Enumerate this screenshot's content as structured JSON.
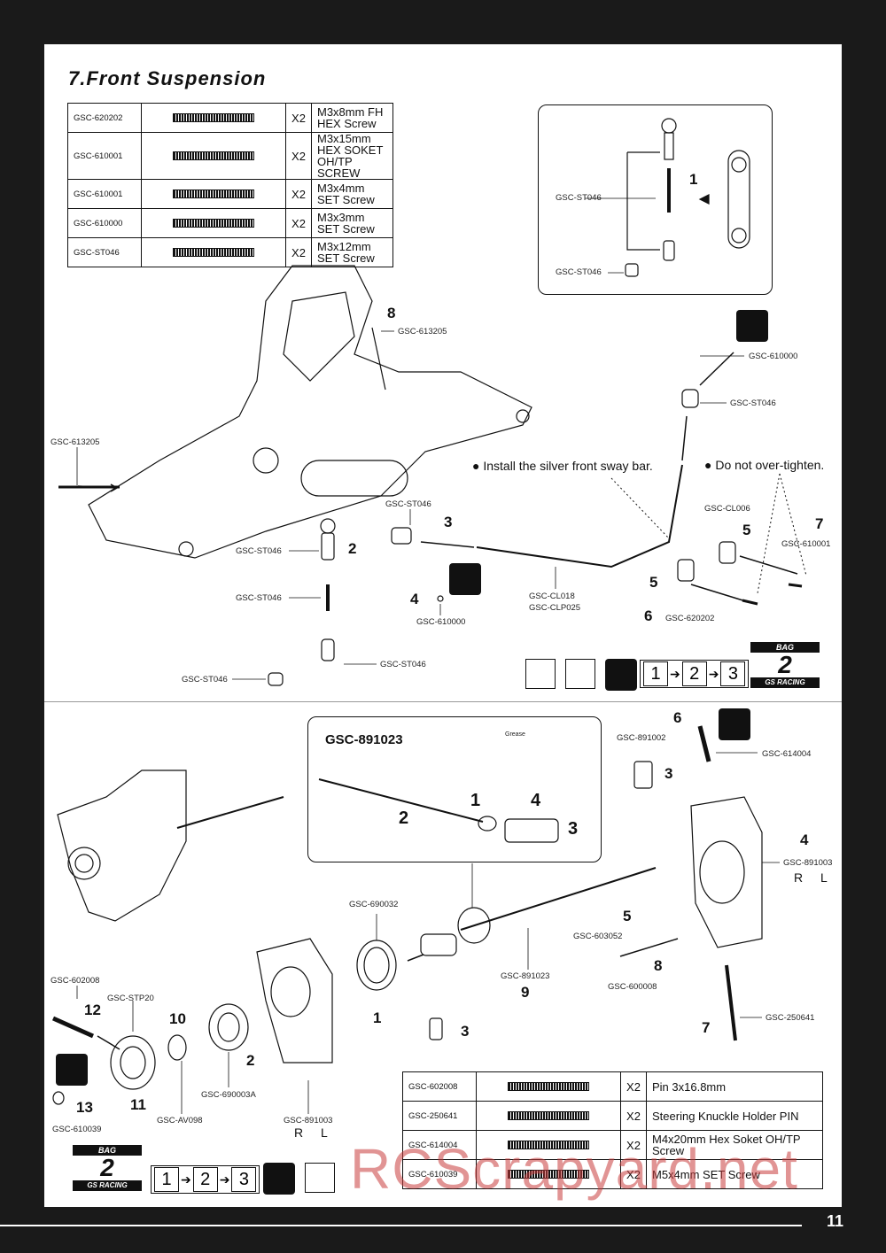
{
  "title": "7.Front Suspension",
  "top_parts": [
    {
      "code": "GSC-620202",
      "qty": "X2",
      "desc": "M3x8mm FH HEX Screw",
      "icon": "fh-screw"
    },
    {
      "code": "GSC-610001",
      "qty": "X2",
      "desc": "M3x15mm HEX SOKET OH/TP SCREW",
      "icon": "long-screw"
    },
    {
      "code": "GSC-610001",
      "qty": "X2",
      "desc": "M3x4mm SET Screw",
      "icon": "set-screw"
    },
    {
      "code": "GSC-610000",
      "qty": "X2",
      "desc": "M3x3mm SET Screw",
      "icon": "set-screw"
    },
    {
      "code": "GSC-ST046",
      "qty": "X2",
      "desc": "M3x12mm SET Screw",
      "icon": "set-screw-long"
    }
  ],
  "bottom_parts": [
    {
      "code": "GSC-602008",
      "qty": "X2",
      "desc": "Pin 3x16.8mm",
      "icon": "pin"
    },
    {
      "code": "GSC-250641",
      "qty": "X2",
      "desc": "Steering Knuckle Holder PIN",
      "icon": "knuckle-pin"
    },
    {
      "code": "GSC-614004",
      "qty": "X2",
      "desc": "M4x20mm Hex Soket OH/TP Screw",
      "icon": "long-screw"
    },
    {
      "code": "GSC-610039",
      "qty": "X2",
      "desc": "M5x4mm SET Screw",
      "icon": "set-screw"
    }
  ],
  "labels": {
    "inset_st046_a": "GSC-ST046",
    "inset_st046_b": "GSC-ST046",
    "inset_step": "1",
    "l_613205_a": "GSC-613205",
    "l_613205_b": "GSC-613205",
    "n8": "8",
    "l_610000_a": "GSC-610000",
    "l_st046_r": "GSC-ST046",
    "note_swaybar": "● Install the silver front sway bar.",
    "note_tighten": "● Do not  over-tighten.",
    "l_cl006": "GSC-CL006",
    "n5a": "5",
    "n7a": "7",
    "l_610001": "GSC-610001",
    "n5b": "5",
    "n6a": "6",
    "l_620202": "GSC-620202",
    "l_st046_top": "GSC-ST046",
    "n3a": "3",
    "l_st046_l1": "GSC-ST046",
    "n2a": "2",
    "l_st046_l2": "GSC-ST046",
    "n4a": "4",
    "l_610000_b": "GSC-610000",
    "l_cl018": "GSC-CL018",
    "l_clp025": "GSC-CLP025",
    "l_st046_l3": "GSC-ST046",
    "l_st046_l4": "GSC-ST046",
    "inset2_title": "GSC-891023",
    "grease": "Grease",
    "i2_n1": "1",
    "i2_n2": "2",
    "i2_n3": "3",
    "i2_n4": "4",
    "l_891002": "GSC-891002",
    "n3b": "3",
    "n6b": "6",
    "l_614004": "GSC-614004",
    "n4b": "4",
    "l_891003_r": "GSC-891003",
    "rl_r": "R L",
    "l_690032": "GSC-690032",
    "n5c": "5",
    "l_603052": "GSC-603052",
    "n8b": "8",
    "l_600008": "GSC-600008",
    "l_891023": "GSC-891023",
    "n9": "9",
    "l_250641": "GSC-250641",
    "n7b": "7",
    "l_602008": "GSC-602008",
    "n12": "12",
    "l_stp20": "GSC-STP20",
    "n10": "10",
    "n1": "1",
    "n3c": "3",
    "n2b": "2",
    "l_690003a": "GSC-690003A",
    "n13": "13",
    "n11": "11",
    "l_610039": "GSC-610039",
    "l_av098": "GSC-AV098",
    "l_891003_b": "GSC-891003",
    "rl_b": "R L"
  },
  "bag": {
    "top": "BAG",
    "num": "2",
    "bottom": "GS RACING"
  },
  "steps": [
    "1",
    "2",
    "3"
  ],
  "page_number": "11",
  "watermark": "RCScrapyard.net",
  "colors": {
    "background": "#1a1a1a",
    "page": "#ffffff",
    "ink": "#111111",
    "watermark": "#c83c3c"
  }
}
